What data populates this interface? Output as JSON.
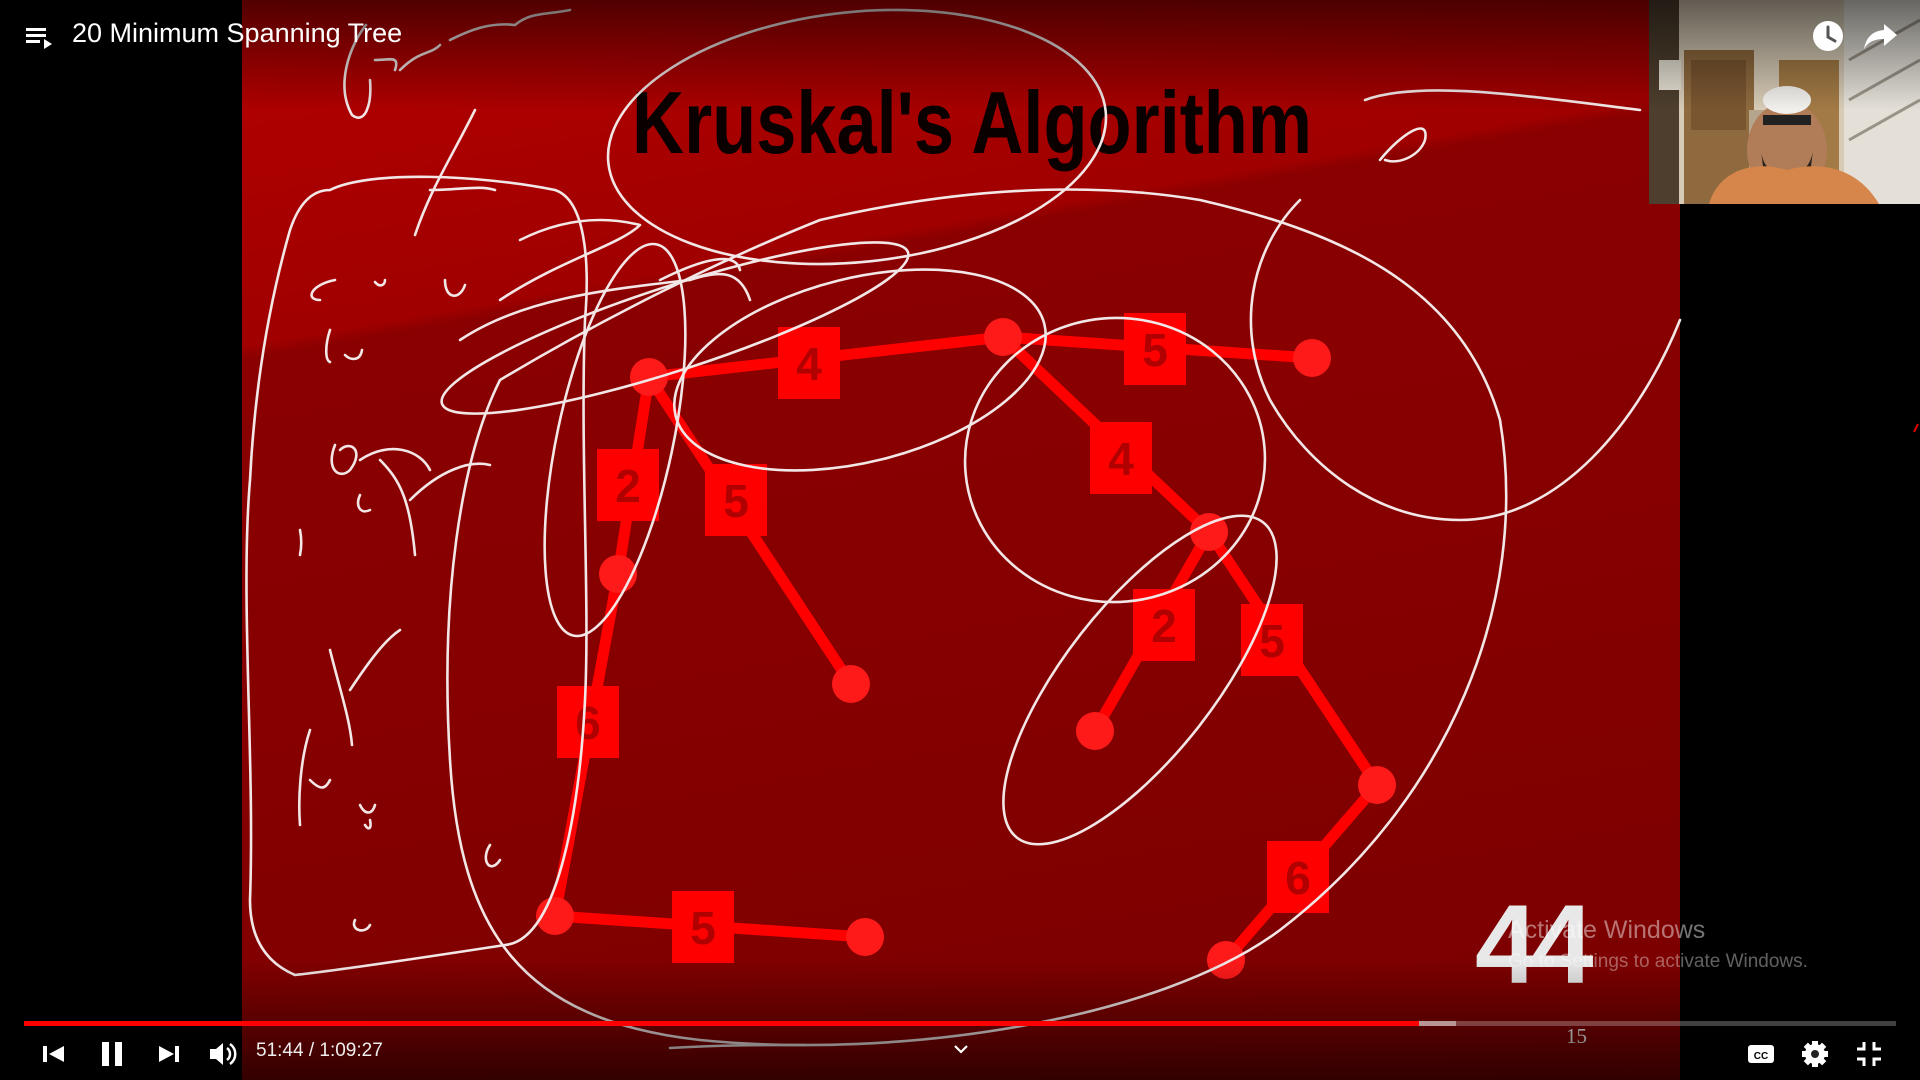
{
  "video": {
    "title": "20 Minimum Spanning Tree",
    "time_display": "51:44 / 1:09:27",
    "played_fraction": 0.745,
    "buffered_fraction": 0.765
  },
  "slide": {
    "title": "Kruskal's Algorithm",
    "slide_number": "44",
    "page_number": "15",
    "colors": {
      "background": "#8a0000",
      "edge": "#ff0000",
      "node": "#ff1a1a",
      "label_text": "#b00000"
    },
    "edges": [
      {
        "label": "4"
      },
      {
        "label": "5"
      },
      {
        "label": "2"
      },
      {
        "label": "5"
      },
      {
        "label": "4"
      },
      {
        "label": "2"
      },
      {
        "label": "5"
      },
      {
        "label": "6"
      },
      {
        "label": "5"
      },
      {
        "label": "6"
      }
    ]
  },
  "watermark": {
    "line1": "Activate Windows",
    "line2": "Go to Settings to activate Windows."
  },
  "controls": {
    "icons": {
      "playlist": "playlist-icon",
      "watch_later": "clock-icon",
      "share": "share-icon",
      "previous": "skip-previous-icon",
      "pause": "pause-icon",
      "next": "skip-next-icon",
      "volume": "volume-icon",
      "chevron": "chevron-down-icon",
      "captions": "captions-icon",
      "settings": "gear-icon",
      "exit_fullscreen": "exit-fullscreen-icon"
    }
  }
}
